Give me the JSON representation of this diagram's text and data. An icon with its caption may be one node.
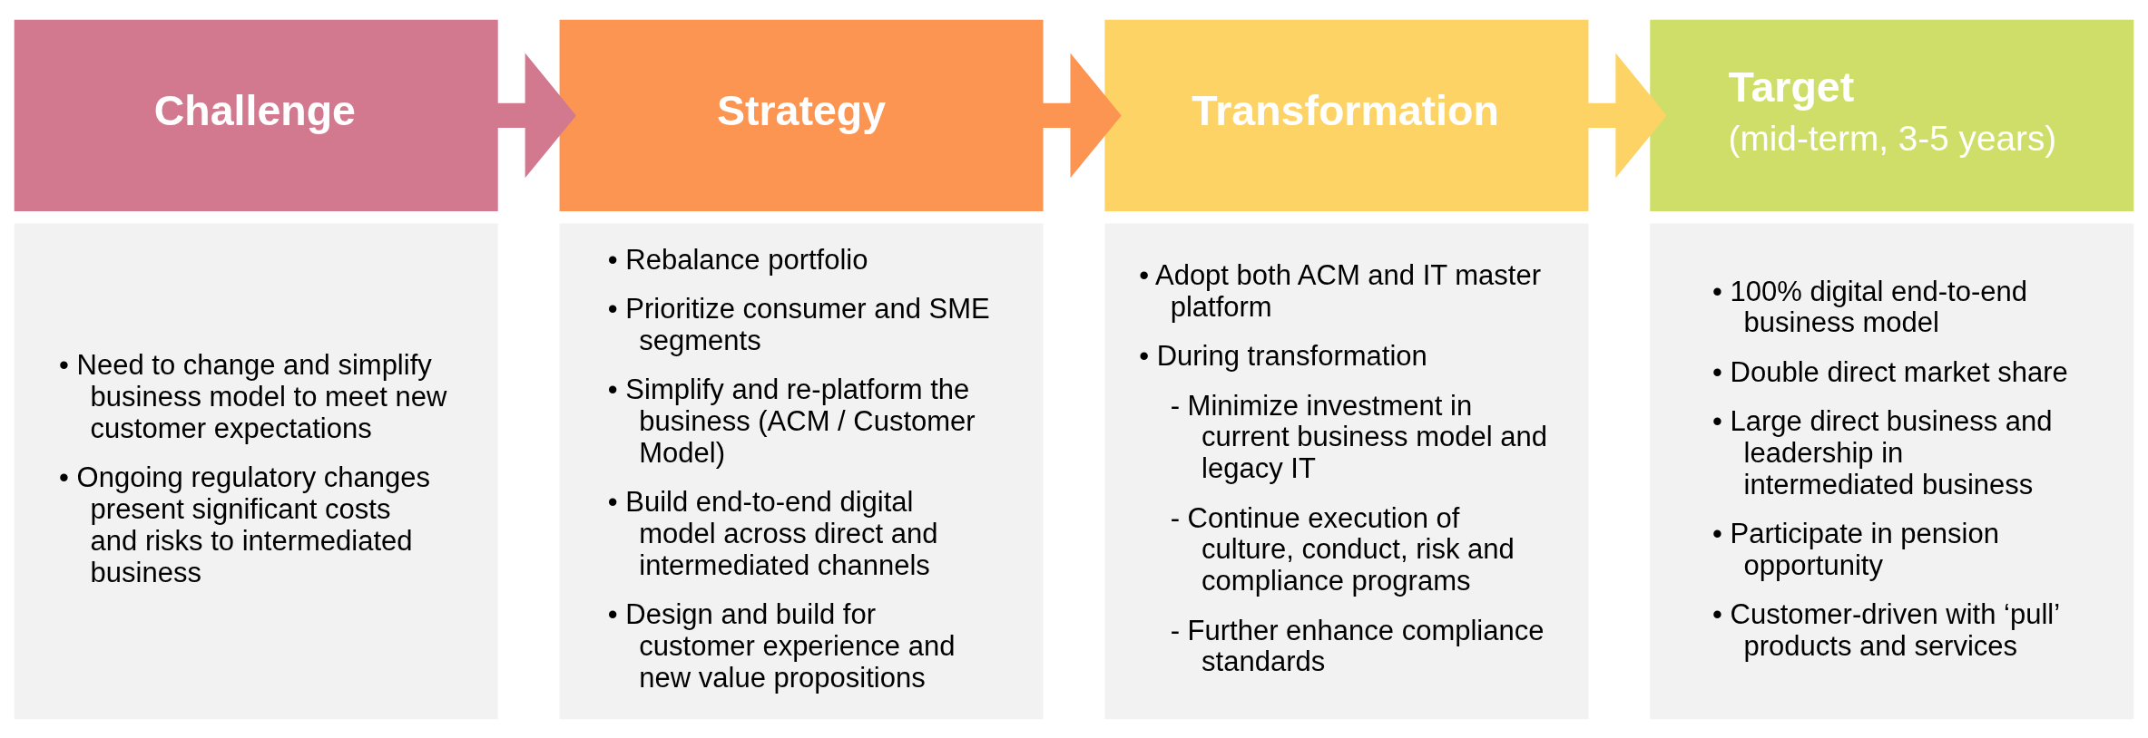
{
  "diagram": {
    "nodes": [
      {
        "text": [
          "Challenge"
        ]
      },
      {
        "text": [
          "• Need to change and simplify business model to meet new customer expectations",
          "• Ongoing regulatory changes present significant costs and risks to intermediated business"
        ]
      },
      {
        "text": [
          "Strategy"
        ]
      },
      {
        "text": [
          "• Rebalance portfolio",
          "• Prioritize consumer and SME segments",
          "• Simplify and re-platform the business (ACM / Customer Model)",
          "• Build end-to-end digital model across direct and intermediated channels",
          "• Design and build for customer experience and new value propositions"
        ]
      },
      {
        "text": [
          "Transformation"
        ]
      },
      {
        "text": [
          "• Adopt both ACM and IT master platform",
          "• During transformation",
          "- Minimize investment in current business model and legacy IT",
          "- Continue execution of culture, conduct, risk and compliance programs",
          "- Further enhance compliance standards"
        ]
      },
      {
        "text": [
          "Target",
          "(mid-term, 3-5 years)"
        ]
      },
      {
        "text": [
          "• 100% digital end-to-end business model",
          "• Double direct market share",
          "• Large direct business and leadership in intermediated business",
          "• Participate in pension opportunity",
          "• Customer-driven with ‘pull’ products and services"
        ]
      }
    ],
    "edges": [
      {
        "from": 0,
        "to": 2,
        "arrow": "to",
        "color": "#d27990"
      },
      {
        "from": 2,
        "to": 4,
        "arrow": "to",
        "color": "#fd9552"
      },
      {
        "from": 4,
        "to": 6,
        "arrow": "to",
        "color": "#fdd365"
      }
    ]
  }
}
